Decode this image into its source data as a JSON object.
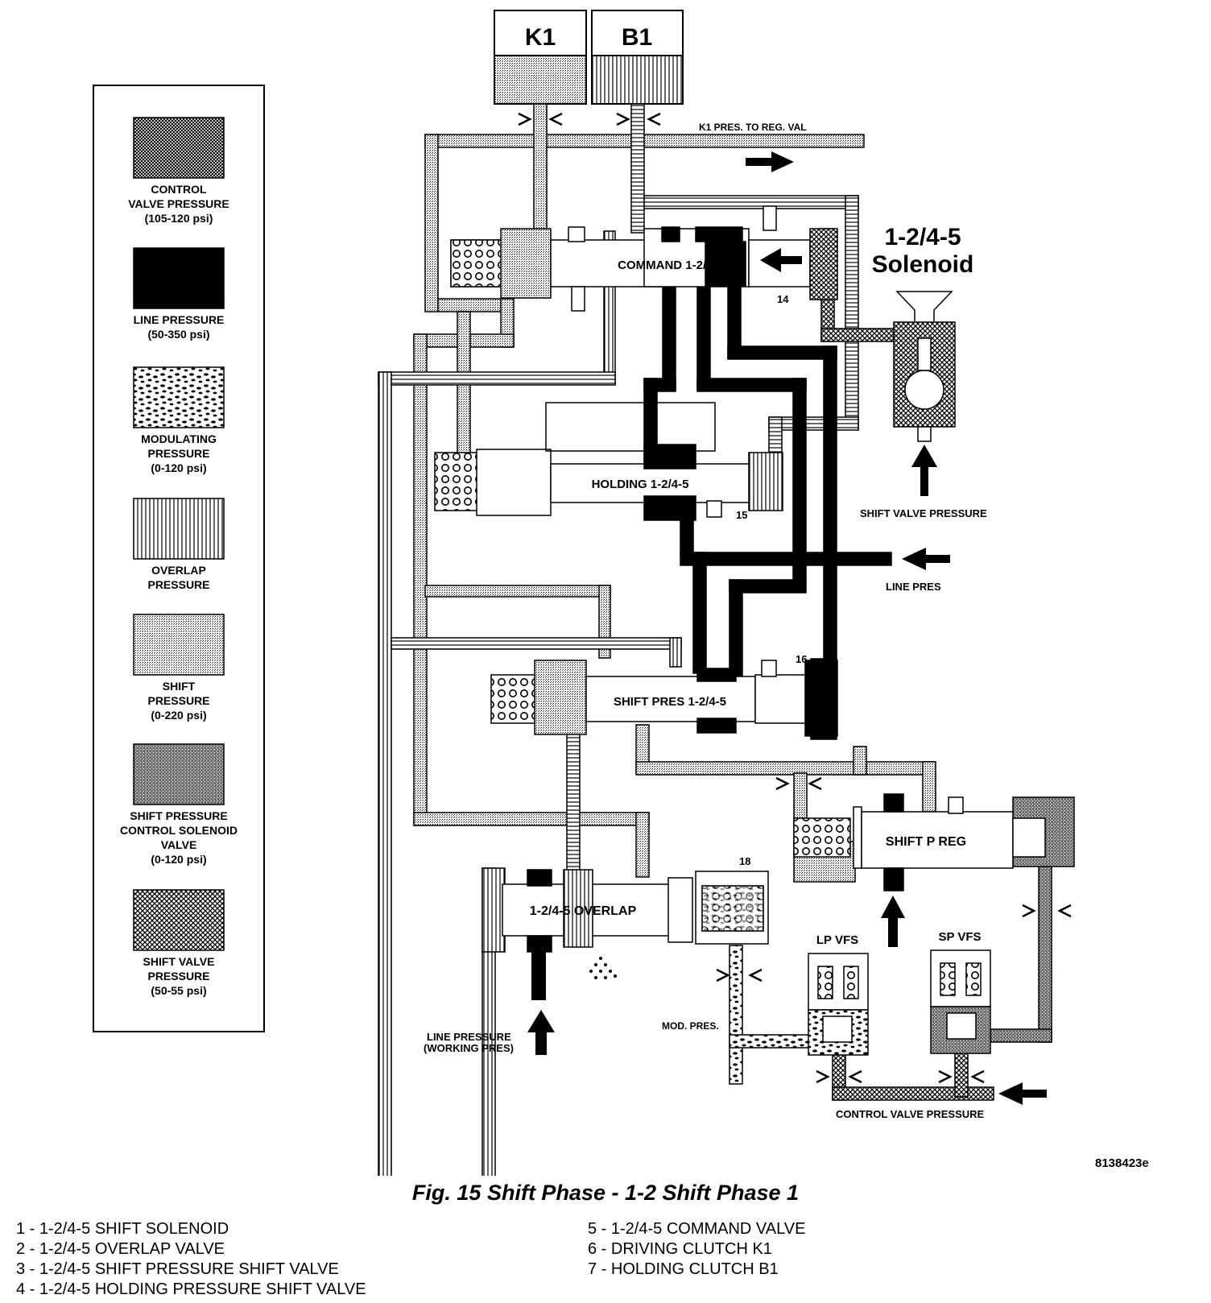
{
  "legend": [
    {
      "label": "CONTROL\nVALVE PRESSURE\n(105-120 psi)",
      "pattern": "control"
    },
    {
      "label": "LINE PRESSURE\n(50-350 psi)",
      "pattern": "line"
    },
    {
      "label": "MODULATING\nPRESSURE\n(0-120 psi)",
      "pattern": "modulating"
    },
    {
      "label": "OVERLAP\nPRESSURE",
      "pattern": "overlap"
    },
    {
      "label": "SHIFT\nPRESSURE\n(0-220 psi)",
      "pattern": "shift"
    },
    {
      "label": "SHIFT PRESSURE\nCONTROL SOLENOID\nVALVE\n(0-120 psi)",
      "pattern": "spcs"
    },
    {
      "label": "SHIFT VALVE\nPRESSURE\n(50-55 psi)",
      "pattern": "svp"
    }
  ],
  "clutches": {
    "k1": "K1",
    "b1": "B1"
  },
  "valves": {
    "command": "COMMAND 1-2/4-5",
    "holding": "HOLDING 1-2/4-5",
    "shift_pres": "SHIFT PRES 1-2/4-5",
    "overlap": "1-2/4-5 OVERLAP",
    "shift_p_reg": "SHIFT P REG"
  },
  "solenoid": {
    "line1": "1-2/4-5",
    "line2": "Solenoid"
  },
  "callouts": {
    "n14": "14",
    "n15": "15",
    "n16": "16",
    "n18": "18"
  },
  "labels": {
    "k1_pres": "K1 PRES. TO REG. VAL",
    "shift_valve_pressure": "SHIFT VALVE PRESSURE",
    "line_pres": "LINE PRES",
    "lp_vfs": "LP VFS",
    "sp_vfs": "SP VFS",
    "mod_pres": "MOD. PRES.",
    "line_pressure_1": "LINE PRESSURE",
    "line_pressure_2": "(WORKING PRES)",
    "control_valve_pressure": "CONTROL VALVE PRESSURE"
  },
  "figure_id": "8138423e",
  "caption": "Fig. 15 Shift Phase - 1-2 Shift Phase 1",
  "parts_left": [
    "1 - 1-2/4-5 SHIFT SOLENOID",
    "2 - 1-2/4-5 OVERLAP VALVE",
    "3 - 1-2/4-5 SHIFT PRESSURE SHIFT VALVE",
    "4 - 1-2/4-5 HOLDING PRESSURE SHIFT VALVE"
  ],
  "parts_right": [
    "5 - 1-2/4-5 COMMAND VALVE",
    "6 - DRIVING CLUTCH K1",
    "7 - HOLDING CLUTCH B1"
  ]
}
